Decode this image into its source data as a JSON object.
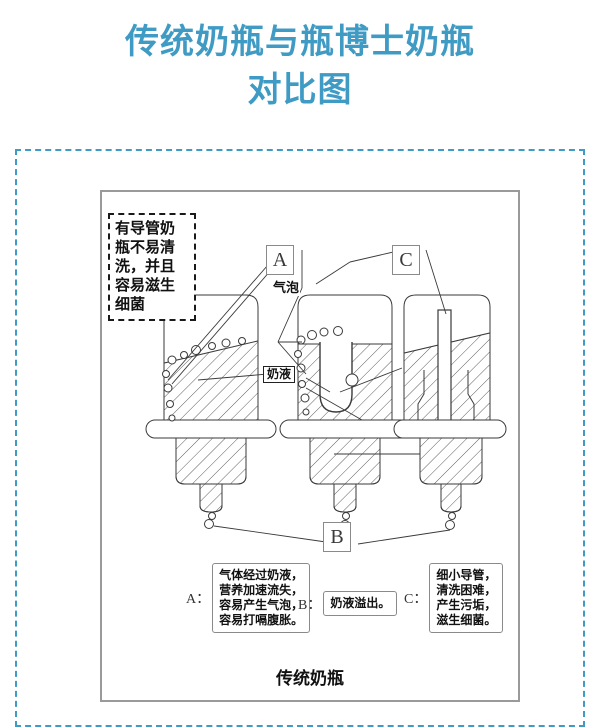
{
  "page": {
    "title": "传统奶瓶与瓶博士奶瓶\n对比图",
    "title_color": "#3f9bc4",
    "frame_border_color": "#3f9bc4",
    "panel_border_color": "#9a9a9a",
    "background": "#ffffff"
  },
  "diagram": {
    "caption": "传统奶瓶",
    "warning_note": "有导管奶瓶不易清洗，并且容易滋生细菌",
    "markers": {
      "a": "A",
      "b": "B",
      "c": "C"
    },
    "annotations": {
      "bubbles": "气泡",
      "milk": "奶液"
    },
    "legend": [
      {
        "key": "A：",
        "text": "气体经过奶液，\n营养加速流失，\n容易产生气泡，\n容易打嗝腹胀。"
      },
      {
        "key": "B：",
        "text": "奶液溢出。"
      },
      {
        "key": "C：",
        "text": "细小导管，\n清洗困难，\n产生污垢，\n滋生细菌。"
      }
    ]
  }
}
